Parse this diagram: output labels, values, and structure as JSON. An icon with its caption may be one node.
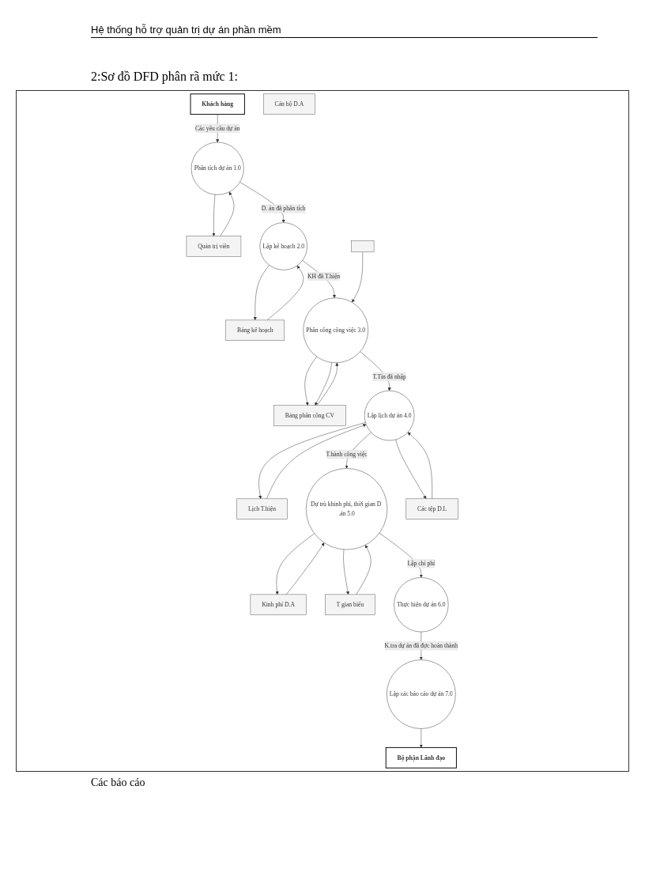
{
  "diagram": {
    "title": "2:Sơ  đồ DFD phân rã mức 1:",
    "nodes": [
      {
        "text": [
          "Khách hàng"
        ]
      },
      {
        "text": [
          "Quản trị viên"
        ]
      },
      {
        "text": [
          "Phân tích dự án 1.0"
        ]
      },
      {
        "text": [
          "Cán bộ D.A"
        ]
      },
      {
        "text": [
          "Bảng kế hoạch"
        ]
      },
      {
        "text": [
          "Lập kế hoạch 2.0"
        ]
      },
      {
        "text": [
          "Bảng phân công CV"
        ]
      },
      {
        "text": [],
        "shape": "box"
      },
      {
        "text": [
          "Phân công công việc 3.0"
        ]
      },
      {
        "text": [
          "Kinh phí D.A"
        ]
      },
      {
        "text": [
          "Lịch T.hiện"
        ]
      },
      {
        "text": [
          "Lập lịch dự án 4.0"
        ]
      },
      {
        "text": [
          "T gian biểu"
        ]
      },
      {
        "text": [
          "Dự trù khinh phí, thời gian D .án 5.0"
        ]
      },
      {
        "text": [
          "Các tệp D.L"
        ]
      },
      {
        "text": [
          "Lập các báo cáo dự án 7.0"
        ]
      },
      {
        "text": [
          "Thực hiện dự án 6.0"
        ]
      },
      {
        "text": [
          "Bộ phận Lãnh đạo"
        ]
      }
    ],
    "edges": [
      {
        "from": 0,
        "to": 2,
        "arrow": "to",
        "label": "Các yêu cầu dự án"
      },
      {
        "from": 1,
        "to": 2,
        "arrow": "to"
      },
      {
        "from": 2,
        "to": 1,
        "arrow": "to"
      },
      {
        "from": 2,
        "to": 5,
        "arrow": "to",
        "label": "D. án đã phân tích"
      },
      {
        "from": 4,
        "to": 5,
        "arrow": "to"
      },
      {
        "from": 5,
        "to": 4,
        "arrow": "to"
      },
      {
        "from": 5,
        "to": 8,
        "arrow": "to",
        "label": "KH đã T.hiện"
      },
      {
        "from": 7,
        "to": 8,
        "arrow": "to"
      },
      {
        "from": 8,
        "to": 6,
        "arrow": "to"
      },
      {
        "from": 8,
        "to": 6,
        "arrow": "to"
      },
      {
        "from": 6,
        "to": 8,
        "arrow": "to"
      },
      {
        "from": 8,
        "to": 11,
        "arrow": "to",
        "label": "T.Tin đã nhập"
      },
      {
        "from": 11,
        "to": 10,
        "arrow": "to"
      },
      {
        "from": 10,
        "to": 11,
        "arrow": "to"
      },
      {
        "from": 14,
        "to": 11,
        "arrow": "to"
      },
      {
        "from": 11,
        "to": 14,
        "arrow": "to"
      },
      {
        "from": 11,
        "to": 13,
        "arrow": "to",
        "label": "T.hành công việc"
      },
      {
        "from": 13,
        "to": 9,
        "arrow": "to"
      },
      {
        "from": 9,
        "to": 13,
        "arrow": "to"
      },
      {
        "from": 13,
        "to": 12,
        "arrow": "to"
      },
      {
        "from": 12,
        "to": 13,
        "arrow": "to"
      },
      {
        "from": 13,
        "to": 16,
        "arrow": "to",
        "label": "Lập chi phí"
      },
      {
        "from": 16,
        "to": 15,
        "arrow": "to",
        "label": "K.tra dự án đã đợc hoàn thành"
      },
      {
        "from": 15,
        "to": 17,
        "arrow": "to"
      }
    ],
    "labels": [
      "Hệ thống hỗ trợ quản trị dự án phần mềm",
      "Các báo cáo"
    ]
  }
}
